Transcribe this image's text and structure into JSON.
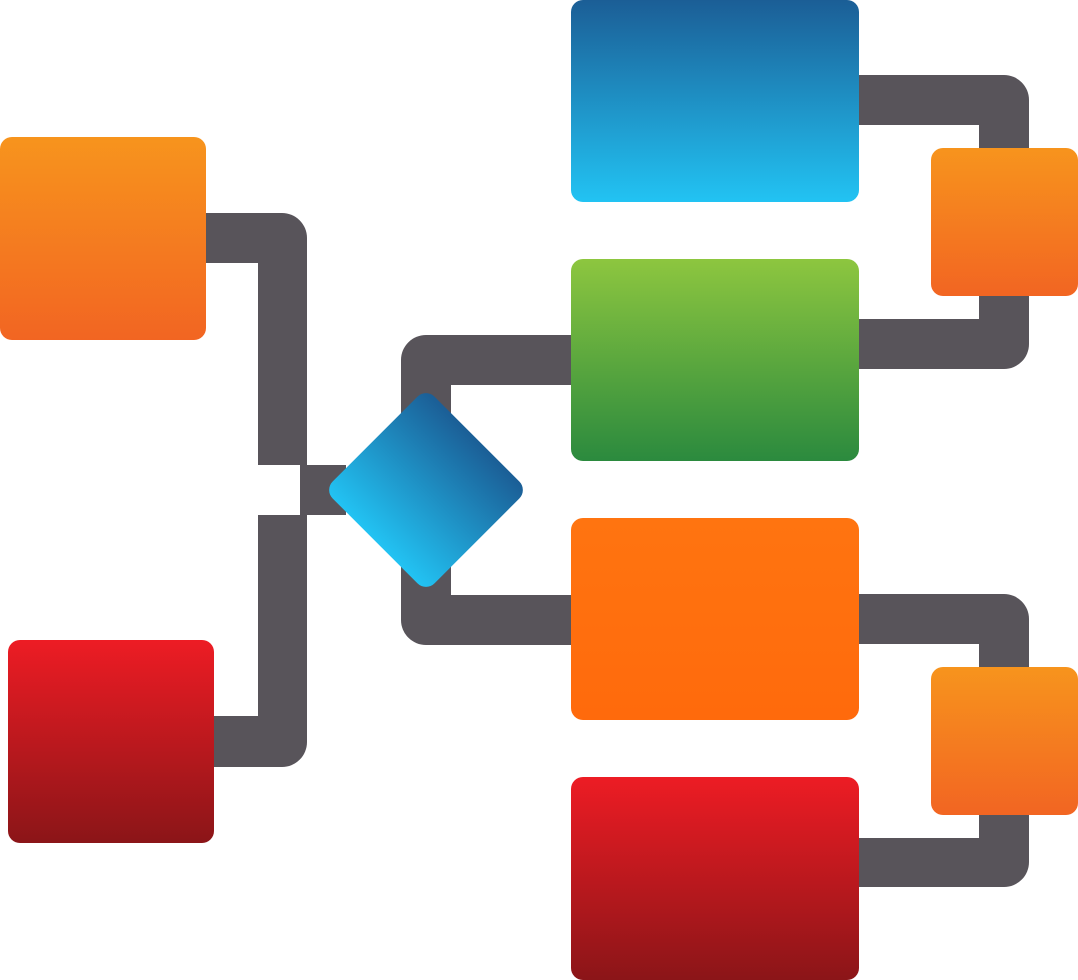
{
  "diagram": {
    "kind": "flowchart-icon",
    "nodes": [
      {
        "id": "left-top",
        "shape": "rounded-rectangle",
        "gradient": [
          "#f7941d",
          "#f26522"
        ]
      },
      {
        "id": "left-bottom",
        "shape": "rounded-rectangle",
        "gradient": [
          "#ed1c24",
          "#8b1518"
        ]
      },
      {
        "id": "decision",
        "shape": "diamond",
        "gradient": [
          "#1b5e96",
          "#22c3f3"
        ]
      },
      {
        "id": "right-1",
        "shape": "rounded-rectangle",
        "gradient": [
          "#1b5e96",
          "#22c3f3"
        ]
      },
      {
        "id": "right-2",
        "shape": "rounded-rectangle",
        "gradient": [
          "#8dc63f",
          "#2b8a3e"
        ]
      },
      {
        "id": "right-3",
        "shape": "rounded-rectangle",
        "gradient": [
          "#ff7410",
          "#ff6a0c"
        ]
      },
      {
        "id": "right-4",
        "shape": "rounded-rectangle",
        "gradient": [
          "#ed1c24",
          "#8b1518"
        ]
      },
      {
        "id": "small-top",
        "shape": "rounded-square",
        "gradient": [
          "#f7941d",
          "#f26522"
        ]
      },
      {
        "id": "small-bottom",
        "shape": "rounded-square",
        "gradient": [
          "#f7941d",
          "#f26522"
        ]
      }
    ],
    "connectors": [
      {
        "from": "left-top",
        "to": "decision"
      },
      {
        "from": "left-bottom",
        "to": "decision"
      },
      {
        "from": "decision",
        "to": "right-2"
      },
      {
        "from": "decision",
        "to": "right-3"
      },
      {
        "from": "right-1",
        "to": "small-top"
      },
      {
        "from": "right-2",
        "to": "small-top"
      },
      {
        "from": "right-3",
        "to": "small-bottom"
      },
      {
        "from": "right-4",
        "to": "small-bottom"
      }
    ],
    "colors": {
      "connector": "#58545a",
      "background": "#ffffff"
    }
  }
}
